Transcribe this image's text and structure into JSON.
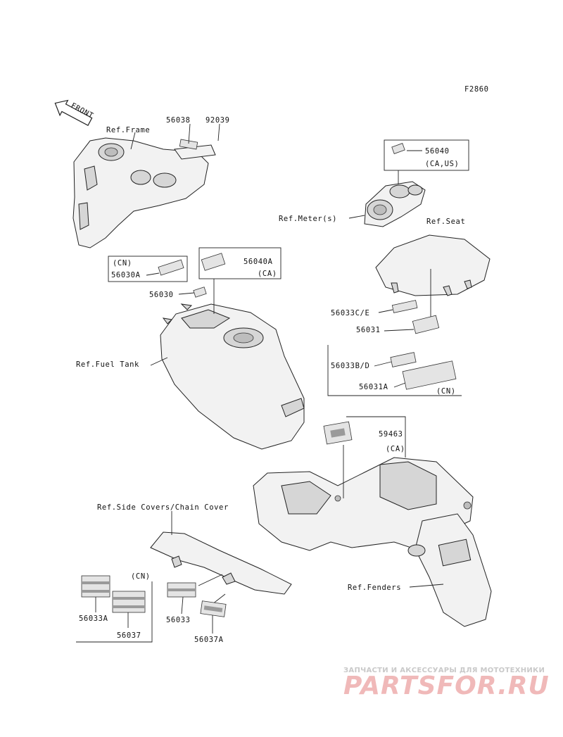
{
  "diagram": {
    "figure_code": "F2860",
    "front_label": "FRONT",
    "refs": {
      "frame": "Ref.Frame",
      "meter": "Ref.Meter(s)",
      "seat": "Ref.Seat",
      "fuel_tank": "Ref.Fuel Tank",
      "side_covers": "Ref.Side Covers/Chain Cover",
      "fenders": "Ref.Fenders"
    },
    "parts": {
      "p56038": "56038",
      "p92039": "92039",
      "p56040": "56040",
      "p56040_note": "(CA,US)",
      "p56030A_note": "(CN)",
      "p56030A": "56030A",
      "p56040A": "56040A",
      "p56040A_note": "(CA)",
      "p56030": "56030",
      "p56033CE": "56033C/E",
      "p56031": "56031",
      "p56033BD": "56033B/D",
      "p56031A": "56031A",
      "p56031A_note": "(CN)",
      "p59463": "59463",
      "p59463_note": "(CA)",
      "p56033A_note": "(CN)",
      "p56033A": "56033A",
      "p56037": "56037",
      "p56033": "56033",
      "p56037A": "56037A"
    }
  },
  "watermark": {
    "tagline": "ЗАПЧАСТИ И АКСЕССУАРЫ ДЛЯ МОТОТЕХНИКИ",
    "brand": "PARTSFOR.RU",
    "color": "#f0b9b9"
  }
}
